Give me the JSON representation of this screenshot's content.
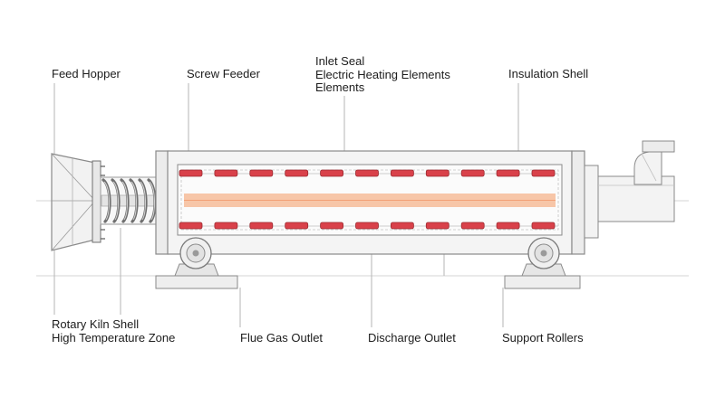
{
  "labels": {
    "feed_hopper": "Feed Hopper",
    "screw_feeder": "Screw Feeder",
    "inlet_seal": "Inlet Seal",
    "electric_heating_elements_line1": "Electric Heating Elements",
    "electric_heating_elements_line2": "Elements",
    "insulation_shell": "Insulation Shell",
    "rotary_kiln_shell": "Rotary Kiln Shell",
    "high_temperature_zone": "High Temperature Zone",
    "flue_gas_outlet": "Flue Gas Outlet",
    "discharge_outlet": "Discharge Outlet",
    "support_rollers": "Support Rollers"
  },
  "colors": {
    "heating_element": "#d9414a",
    "heating_element_edge": "#9b2a30",
    "hot_zone": "#f5b48c",
    "frame": "#9a9a9a",
    "fill": "#efefef",
    "leader": "#b5b5b5"
  },
  "heating_elements_per_row": 11
}
